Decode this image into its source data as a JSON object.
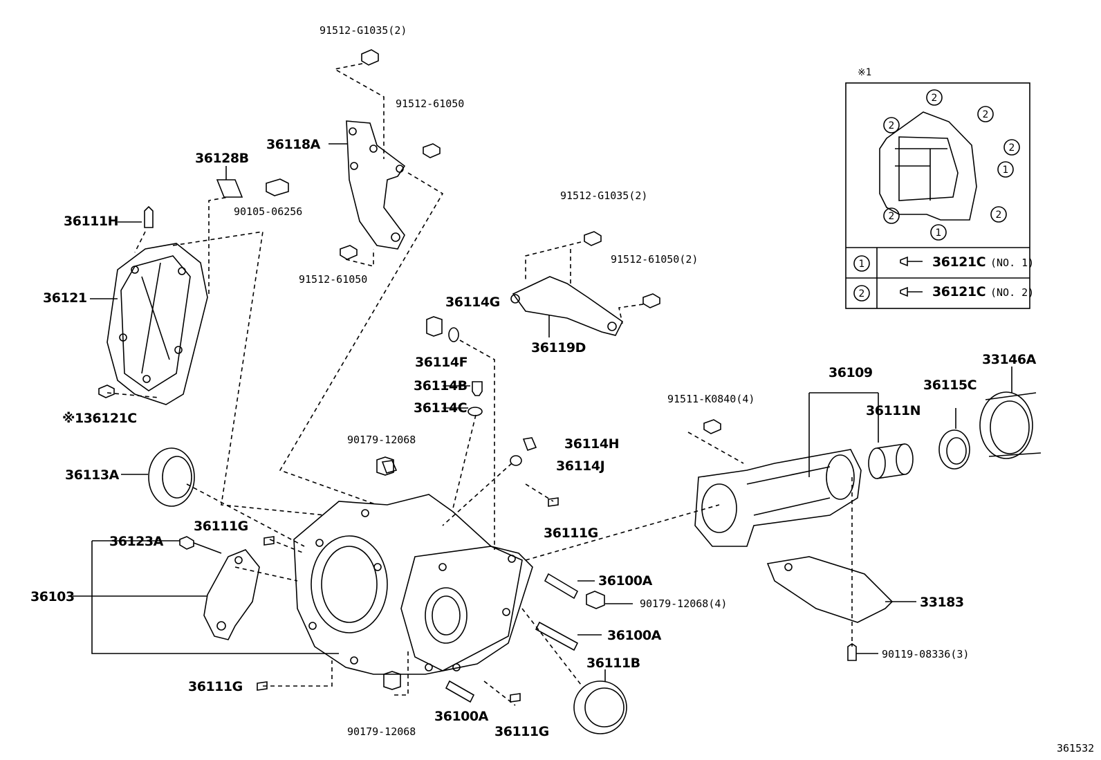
{
  "inset": {
    "mark": "※1",
    "callout_1": "1",
    "callout_2": "2",
    "row1": {
      "num": "1",
      "part": "36121C",
      "note": "(NO. 1)"
    },
    "row2": {
      "num": "2",
      "part": "36121C",
      "note": "(NO. 2)"
    }
  },
  "labels": {
    "p91512G1035_top": "91512-G1035(2)",
    "p91512_61050_a": "91512-61050",
    "p36118A": "36118A",
    "p36128B": "36128B",
    "p90105_06256": "90105-06256",
    "p36111H": "36111H",
    "p36121": "36121",
    "p91512_61050_b": "91512-61050",
    "p91512G1035_mid": "91512-G1035(2)",
    "p91512_61050_2": "91512-61050(2)",
    "p36114G": "36114G",
    "p36119D": "36119D",
    "p36114F": "36114F",
    "p36114B": "36114B",
    "p36121C": "※136121C",
    "p36114C": "36114C",
    "p90179_12068_a": "90179-12068",
    "p36114H": "36114H",
    "p36114J": "36114J",
    "p36113A": "36113A",
    "p36111G_a": "36111G",
    "p36111G_b": "36111G",
    "p36123A": "36123A",
    "p36103": "36103",
    "p36100A_a": "36100A",
    "p90179_12068_4": "90179-12068(4)",
    "p36100A_b": "36100A",
    "p36111B": "36111B",
    "p36111G_c": "36111G",
    "p36100A_c": "36100A",
    "p36111G_d": "36111G",
    "p90179_12068_b": "90179-12068",
    "p36109": "36109",
    "p36115C": "36115C",
    "p33146A": "33146A",
    "p91511K0840": "91511-K0840(4)",
    "p36111N": "36111N",
    "p33183": "33183",
    "p90119_08336": "90119-08336(3)",
    "diagram_id": "361532"
  }
}
